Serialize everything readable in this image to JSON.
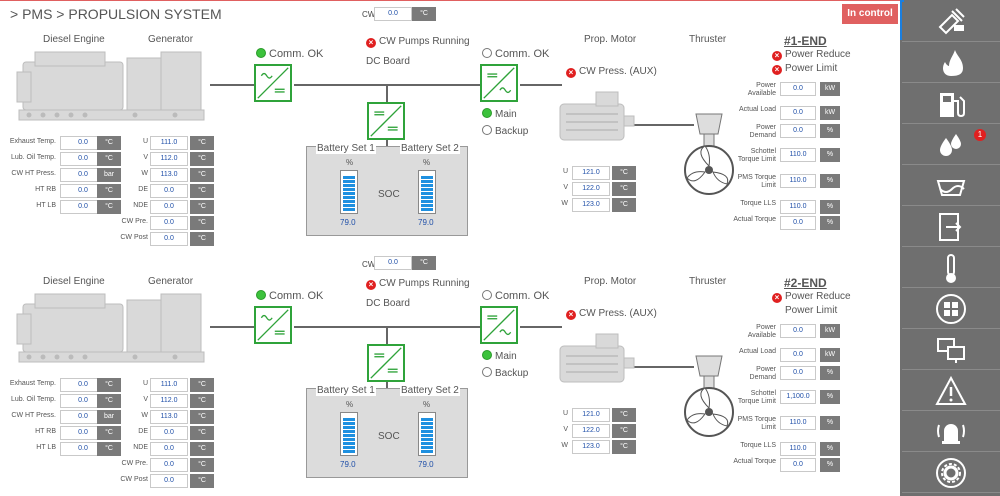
{
  "header": {
    "breadcrumb": "> PMS > PROPULSION SYSTEM",
    "in_control": "In control",
    "cw_label": "CW",
    "cw_value": "0.0",
    "cw_unit": "°C"
  },
  "sections": [
    {
      "end_title": "#1-END",
      "cw_label": "CW",
      "cw_value": "0.0",
      "cw_unit": "°C",
      "labels": {
        "diesel": "Diesel Engine",
        "generator": "Generator",
        "dc_board": "DC Board",
        "comm_left": "Comm. OK",
        "cw_pumps": "CW Pumps Running",
        "comm_right": "Comm. OK",
        "prop_motor": "Prop. Motor",
        "thruster": "Thruster",
        "cw_press": "CW Press. (AUX)",
        "main": "Main",
        "backup": "Backup",
        "battery1": "Battery Set 1",
        "battery2": "Battery Set 2",
        "soc": "SOC",
        "pct1": "%",
        "pct2": "%",
        "bat1_val": "79.0",
        "bat2_val": "79.0",
        "alarm1": "Power Reduce",
        "alarm2": "Power Limit"
      },
      "engine": [
        {
          "label": "Exhaust Temp.",
          "value": "0.0",
          "unit": "°C"
        },
        {
          "label": "Lub. Oil Temp.",
          "value": "0.0",
          "unit": "°C"
        },
        {
          "label": "CW HT Press.",
          "value": "0.0",
          "unit": "bar"
        },
        {
          "label": "HT RB",
          "value": "0.0",
          "unit": "°C"
        },
        {
          "label": "HT LB",
          "value": "0.0",
          "unit": "°C"
        }
      ],
      "generator": [
        {
          "label": "U",
          "value": "111.0",
          "unit": "°C"
        },
        {
          "label": "V",
          "value": "112.0",
          "unit": "°C"
        },
        {
          "label": "W",
          "value": "113.0",
          "unit": "°C"
        },
        {
          "label": "DE",
          "value": "0.0",
          "unit": "°C"
        },
        {
          "label": "NDE",
          "value": "0.0",
          "unit": "°C"
        },
        {
          "label": "CW Pre.",
          "value": "0.0",
          "unit": "°C"
        },
        {
          "label": "CW Post",
          "value": "0.0",
          "unit": "°C"
        }
      ],
      "motor": [
        {
          "label": "U",
          "value": "121.0",
          "unit": "°C"
        },
        {
          "label": "V",
          "value": "122.0",
          "unit": "°C"
        },
        {
          "label": "W",
          "value": "123.0",
          "unit": "°C"
        }
      ],
      "power": [
        {
          "label": "Power\nAvailable",
          "value": "0.0",
          "unit": "kW"
        },
        {
          "label": "Actual Load",
          "value": "0.0",
          "unit": "kW"
        },
        {
          "label": "Power\nDemand",
          "value": "0.0",
          "unit": "%"
        },
        {
          "label": "Schottel\nTorque Limit",
          "value": "110.0",
          "unit": "%"
        },
        {
          "label": "PMS Torque\nLimit",
          "value": "110.0",
          "unit": "%"
        },
        {
          "label": "Torque LLS",
          "value": "110.0",
          "unit": "%"
        },
        {
          "label": "Actual Torque",
          "value": "0.0",
          "unit": "%"
        }
      ]
    },
    {
      "end_title": "#2-END",
      "cw_label": "CW",
      "cw_value": "0.0",
      "cw_unit": "°C",
      "labels": {
        "diesel": "Diesel Engine",
        "generator": "Generator",
        "dc_board": "DC Board",
        "comm_left": "Comm. OK",
        "cw_pumps": "CW Pumps Running",
        "comm_right": "Comm. OK",
        "prop_motor": "Prop. Motor",
        "thruster": "Thruster",
        "cw_press": "CW Press. (AUX)",
        "main": "Main",
        "backup": "Backup",
        "battery1": "Battery Set 1",
        "battery2": "Battery Set 2",
        "soc": "SOC",
        "pct1": "%",
        "pct2": "%",
        "bat1_val": "79.0",
        "bat2_val": "79.0",
        "alarm1": "Power Reduce",
        "alarm2": "Power Limit"
      },
      "engine": [
        {
          "label": "Exhaust Temp.",
          "value": "0.0",
          "unit": "°C"
        },
        {
          "label": "Lub. Oil Temp.",
          "value": "0.0",
          "unit": "°C"
        },
        {
          "label": "CW HT Press.",
          "value": "0.0",
          "unit": "bar"
        },
        {
          "label": "HT RB",
          "value": "0.0",
          "unit": "°C"
        },
        {
          "label": "HT LB",
          "value": "0.0",
          "unit": "°C"
        }
      ],
      "generator": [
        {
          "label": "U",
          "value": "111.0",
          "unit": "°C"
        },
        {
          "label": "V",
          "value": "112.0",
          "unit": "°C"
        },
        {
          "label": "W",
          "value": "113.0",
          "unit": "°C"
        },
        {
          "label": "DE",
          "value": "0.0",
          "unit": "°C"
        },
        {
          "label": "NDE",
          "value": "0.0",
          "unit": "°C"
        },
        {
          "label": "CW Pre.",
          "value": "0.0",
          "unit": "°C"
        },
        {
          "label": "CW Post",
          "value": "0.0",
          "unit": "°C"
        }
      ],
      "motor": [
        {
          "label": "U",
          "value": "121.0",
          "unit": "°C"
        },
        {
          "label": "V",
          "value": "122.0",
          "unit": "°C"
        },
        {
          "label": "W",
          "value": "123.0",
          "unit": "°C"
        }
      ],
      "power": [
        {
          "label": "Power\nAvailable",
          "value": "0.0",
          "unit": "kW"
        },
        {
          "label": "Actual Load",
          "value": "0.0",
          "unit": "kW"
        },
        {
          "label": "Power\nDemand",
          "value": "0.0",
          "unit": "%"
        },
        {
          "label": "Schottel\nTorque Limit",
          "value": "1,100.0",
          "unit": "%"
        },
        {
          "label": "PMS Torque\nLimit",
          "value": "110.0",
          "unit": "%"
        },
        {
          "label": "Torque LLS",
          "value": "110.0",
          "unit": "%"
        },
        {
          "label": "Actual Torque",
          "value": "0.0",
          "unit": "%"
        }
      ]
    }
  ],
  "sidebar": {
    "items": [
      {
        "icon": "engine-maintenance-icon"
      },
      {
        "icon": "fire-icon"
      },
      {
        "icon": "fuel-icon"
      },
      {
        "icon": "water-drops-icon",
        "badge": "1"
      },
      {
        "icon": "ship-hull-icon"
      },
      {
        "icon": "exit-door-icon"
      },
      {
        "icon": "thermometer-icon"
      },
      {
        "icon": "grid-menu-icon"
      },
      {
        "icon": "monitors-icon"
      },
      {
        "icon": "warning-icon"
      },
      {
        "icon": "alarm-bell-icon"
      },
      {
        "icon": "settings-gear-icon"
      }
    ]
  }
}
